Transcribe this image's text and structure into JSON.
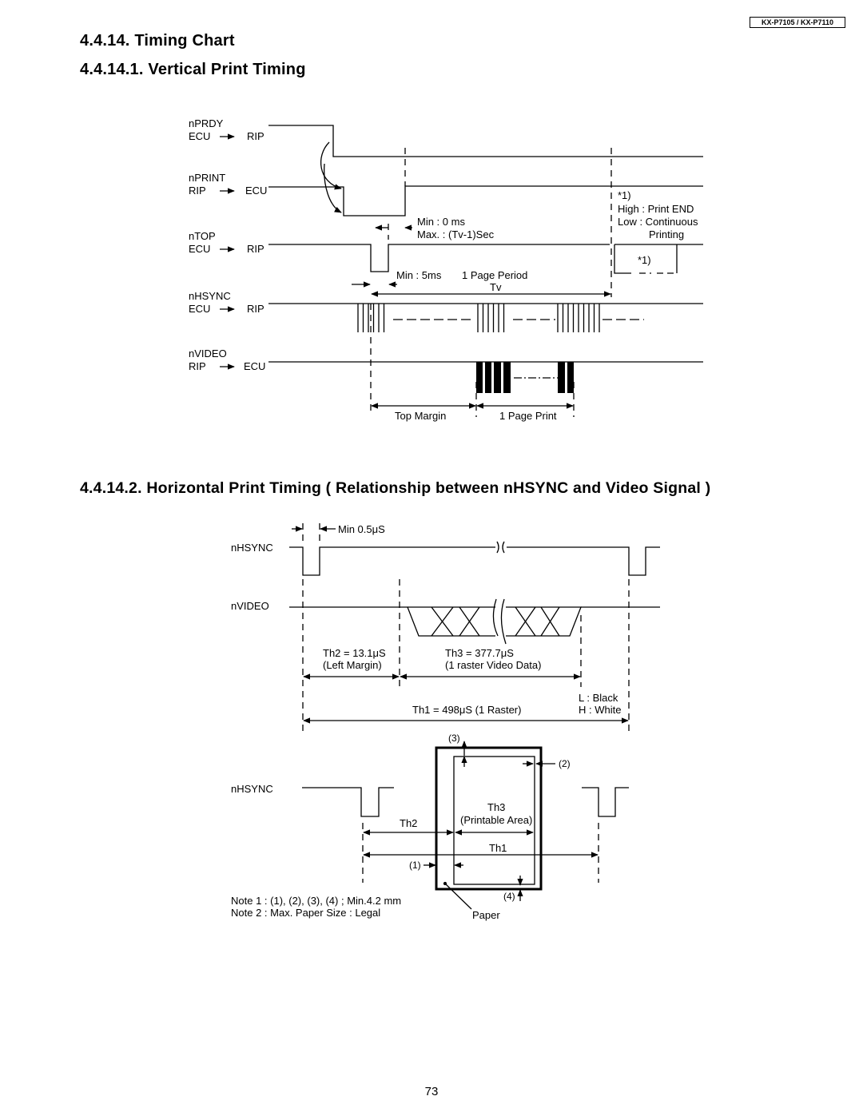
{
  "header": {
    "model": "KX-P7105  / KX-P7110"
  },
  "sections": {
    "s1": "4.4.14.   Timing Chart",
    "s2": "4.4.14.1.   Vertical Print Timing",
    "s3": "4.4.14.2.   Horizontal Print Timing ( Relationship between nHSYNC and Video Signal )"
  },
  "vertical": {
    "signals": [
      {
        "name": "nPRDY",
        "dir_from": "ECU",
        "dir_to": "RIP"
      },
      {
        "name": "nPRINT",
        "dir_from": "RIP",
        "dir_to": "ECU"
      },
      {
        "name": "nTOP",
        "dir_from": "ECU",
        "dir_to": "RIP"
      },
      {
        "name": "nHSYNC",
        "dir_from": "ECU",
        "dir_to": "RIP"
      },
      {
        "name": "nVIDEO",
        "dir_from": "RIP",
        "dir_to": "ECU"
      }
    ],
    "annotations": {
      "note_ref": "*1)",
      "high": "High : Print END",
      "low": "Low  : Continuous",
      "low2": "Printing",
      "note_ref2": "*1)",
      "min0": "Min : 0 ms",
      "max": "Max. : (Tv-1)Sec",
      "min5": "Min : 5ms",
      "page_period": "1 Page Period",
      "tv": "Tv",
      "top_margin": "Top Margin",
      "page_print": "1 Page Print"
    }
  },
  "horizontal": {
    "signals": {
      "hsync": "nHSYNC",
      "video": "nVIDEO",
      "hsync2": "nHSYNC"
    },
    "annotations": {
      "min05": "Min 0.5μS",
      "th2": "Th2 = 13.1μS",
      "th2_sub": "(Left Margin)",
      "th3": "Th3 = 377.7μS",
      "th3_sub": "(1 raster Video Data)",
      "l_black": "L : Black",
      "h_white": "H : White",
      "th1": "Th1 = 498μS (1 Raster)"
    },
    "paper": {
      "m3": "(3)",
      "m2": "(2)",
      "m1": "(1)",
      "m4": "(4)",
      "th3": "Th3",
      "printable": "(Printable Area)",
      "th2": "Th2",
      "th1": "Th1",
      "paper": "Paper"
    },
    "notes": {
      "note1": "Note 1 : (1), (2), (3), (4) ; Min.4.2 mm",
      "note2": "Note 2 : Max. Paper Size : Legal"
    }
  },
  "page_number": "73"
}
